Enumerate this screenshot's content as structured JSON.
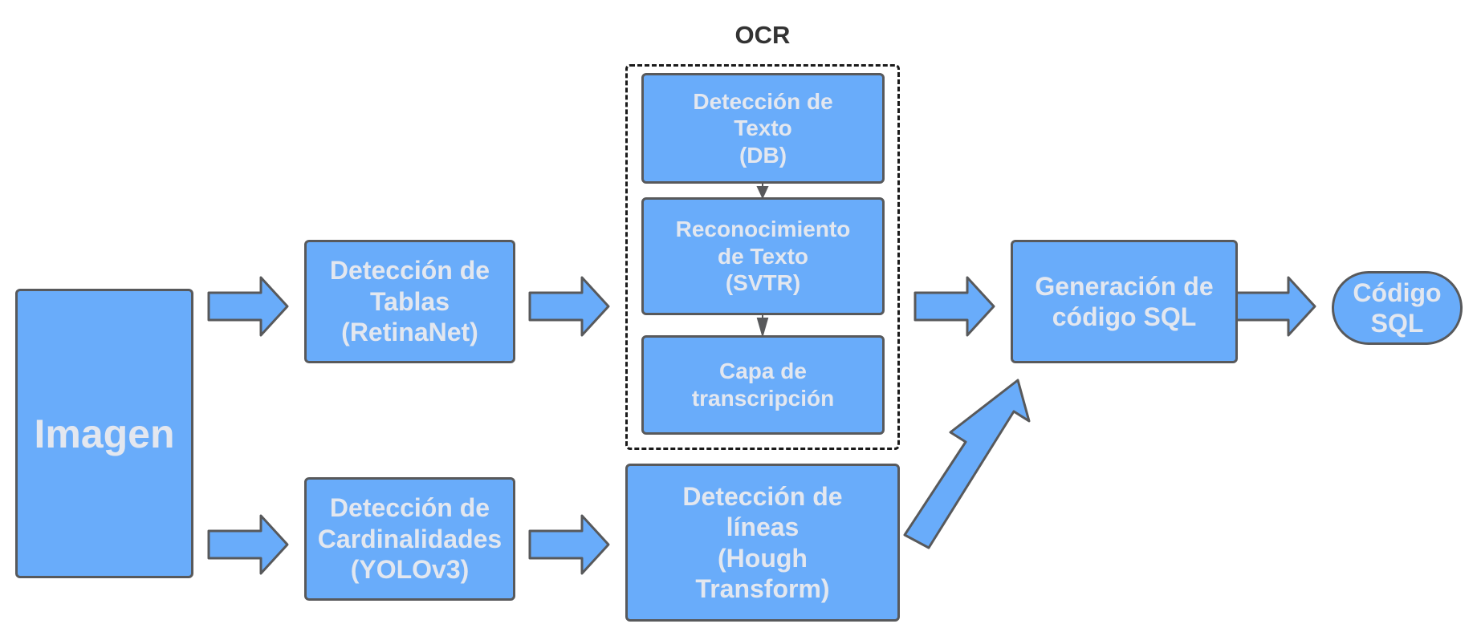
{
  "diagram": {
    "ocr_group_label": "OCR",
    "nodes": {
      "imagen": "Imagen",
      "tablas": [
        "Detección de",
        "Tablas",
        "(RetinaNet)"
      ],
      "cardinalidades": [
        "Detección de",
        "Cardinalidades",
        "(YOLOv3)"
      ],
      "det_texto": [
        "Detección de",
        "Texto",
        "(DB)"
      ],
      "rec_texto": [
        "Reconocimiento",
        "de Texto",
        "(SVTR)"
      ],
      "capa": [
        "Capa de",
        "transcripción"
      ],
      "lineas": [
        "Detección de",
        "líneas",
        "(Hough",
        "Transform)"
      ],
      "generacion": [
        "Generación de",
        "código SQL"
      ],
      "codigo_sql": [
        "Código",
        "SQL"
      ]
    },
    "edges": [
      [
        "imagen",
        "tablas"
      ],
      [
        "imagen",
        "cardinalidades"
      ],
      [
        "tablas",
        "ocr"
      ],
      [
        "det_texto",
        "rec_texto"
      ],
      [
        "rec_texto",
        "capa"
      ],
      [
        "ocr",
        "generacion"
      ],
      [
        "cardinalidades",
        "lineas"
      ],
      [
        "lineas",
        "generacion"
      ],
      [
        "generacion",
        "codigo_sql"
      ]
    ],
    "colors": {
      "box_fill": "#69acfa",
      "box_stroke": "#58595b",
      "box_text": "#e3e7ef",
      "frame_stroke": "#1a1a1a",
      "title_text": "#333333"
    }
  }
}
